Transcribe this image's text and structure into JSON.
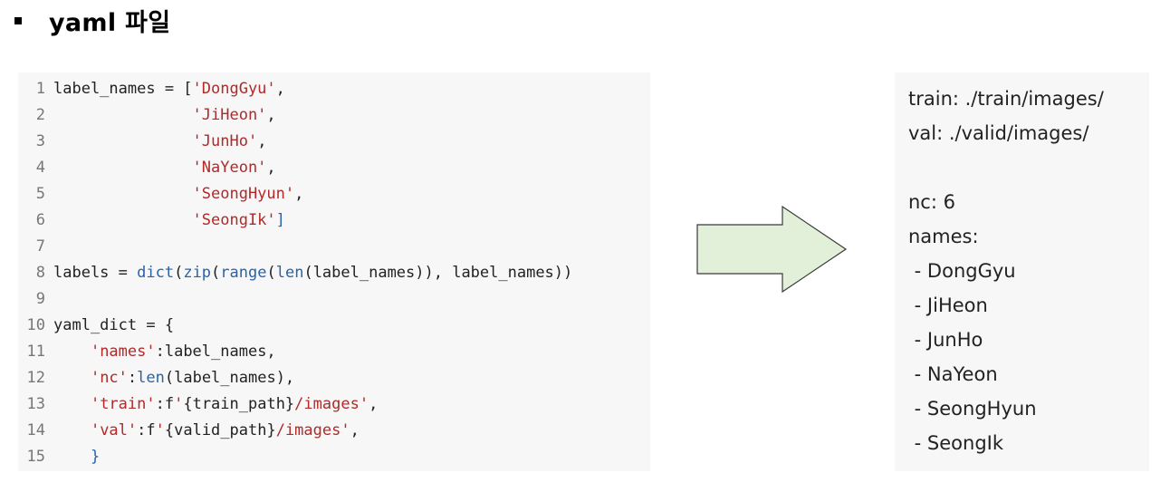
{
  "heading": {
    "bullet": "▪",
    "text": "yaml 파일"
  },
  "code": {
    "lines": [
      {
        "n": "1",
        "parts": [
          [
            "label_names = [",
            "nb"
          ],
          [
            "'DongGyu'",
            "s"
          ],
          [
            ",",
            "nb"
          ]
        ]
      },
      {
        "n": "2",
        "parts": [
          [
            "               ",
            "nb"
          ],
          [
            "'JiHeon'",
            "s"
          ],
          [
            ",",
            "nb"
          ]
        ]
      },
      {
        "n": "3",
        "parts": [
          [
            "               ",
            "nb"
          ],
          [
            "'JunHo'",
            "s"
          ],
          [
            ",",
            "nb"
          ]
        ]
      },
      {
        "n": "4",
        "parts": [
          [
            "               ",
            "nb"
          ],
          [
            "'NaYeon'",
            "s"
          ],
          [
            ",",
            "nb"
          ]
        ]
      },
      {
        "n": "5",
        "parts": [
          [
            "               ",
            "nb"
          ],
          [
            "'SeongHyun'",
            "s"
          ],
          [
            ",",
            "nb"
          ]
        ]
      },
      {
        "n": "6",
        "parts": [
          [
            "               ",
            "nb"
          ],
          [
            "'SeongIk'",
            "s"
          ],
          [
            "]",
            "fn"
          ]
        ]
      },
      {
        "n": "7",
        "parts": []
      },
      {
        "n": "8",
        "parts": [
          [
            "labels = ",
            "nb"
          ],
          [
            "dict",
            "fn"
          ],
          [
            "(",
            "nb"
          ],
          [
            "zip",
            "fn"
          ],
          [
            "(",
            "nb"
          ],
          [
            "range",
            "fn"
          ],
          [
            "(",
            "nb"
          ],
          [
            "len",
            "fn"
          ],
          [
            "(label_names)), label_names))",
            "nb"
          ]
        ]
      },
      {
        "n": "9",
        "parts": []
      },
      {
        "n": "10",
        "parts": [
          [
            "yaml_dict = {",
            "nb"
          ]
        ]
      },
      {
        "n": "11",
        "parts": [
          [
            "    ",
            "nb"
          ],
          [
            "'names'",
            "s"
          ],
          [
            ":label_names,",
            "nb"
          ]
        ]
      },
      {
        "n": "12",
        "parts": [
          [
            "    ",
            "nb"
          ],
          [
            "'nc'",
            "s"
          ],
          [
            ":",
            "nb"
          ],
          [
            "len",
            "fn"
          ],
          [
            "(label_names),",
            "nb"
          ]
        ]
      },
      {
        "n": "13",
        "parts": [
          [
            "    ",
            "nb"
          ],
          [
            "'train'",
            "s"
          ],
          [
            ":f",
            "nb"
          ],
          [
            "'",
            "s"
          ],
          [
            "{train_path}",
            "nb"
          ],
          [
            "/images'",
            "s"
          ],
          [
            ",",
            "nb"
          ]
        ]
      },
      {
        "n": "14",
        "parts": [
          [
            "    ",
            "nb"
          ],
          [
            "'val'",
            "s"
          ],
          [
            ":f",
            "nb"
          ],
          [
            "'",
            "s"
          ],
          [
            "{valid_path}",
            "nb"
          ],
          [
            "/images'",
            "s"
          ],
          [
            ",",
            "nb"
          ]
        ]
      },
      {
        "n": "15",
        "parts": [
          [
            "    ",
            "nb"
          ],
          [
            "}",
            "fn"
          ]
        ]
      }
    ]
  },
  "arrow": {
    "fill": "#e2efd9",
    "stroke": "#3a3a3a"
  },
  "yaml": {
    "lines": [
      "train: ./train/images/",
      "val: ./valid/images/",
      "",
      "nc: 6",
      "names:",
      " - DongGyu",
      " - JiHeon",
      " - JunHo",
      " - NaYeon",
      " - SeongHyun",
      " - SeongIk"
    ]
  }
}
